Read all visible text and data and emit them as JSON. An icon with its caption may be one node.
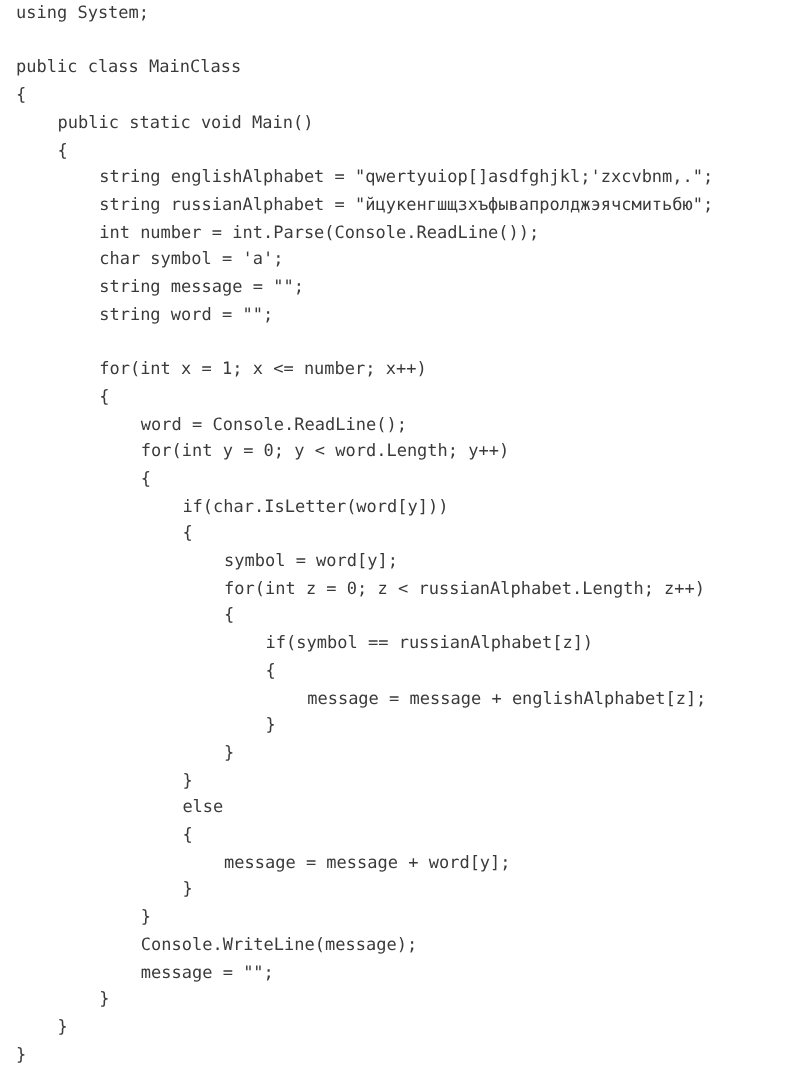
{
  "diagram": {
    "labels": [
      "using System;",
      "public class MainClass",
      "{",
      "public static void Main()",
      "{",
      "string englishAlphabet = \"qwertyuiop[]asdfghjkl;'zxcvbnm,.\";",
      "string russianAlphabet = \"йцукенгшщзхъфывапролджэячсмитьбю\";",
      "int number = int.Parse(Console.ReadLine());",
      "char symbol = 'a';",
      "string message = \"\";",
      "string word = \"\";",
      "for(int x = 1; x <= number; x++)",
      "{",
      "word = Console.ReadLine();",
      "for(int y = 0; y < word.Length; y++)",
      "{",
      "if(char.IsLetter(word[y]))",
      "{",
      "symbol = word[y];",
      "for(int z = 0; z < russianAlphabet.Length; z++)",
      "{",
      "if(symbol == russianAlphabet[z])",
      "{",
      "message = message + englishAlphabet[z];",
      "}",
      "}",
      "}",
      "else",
      "{",
      "message = message + word[y];",
      "}",
      "}",
      "Console.WriteLine(message);",
      "message = \"\";",
      "}",
      "}",
      "}"
    ]
  }
}
